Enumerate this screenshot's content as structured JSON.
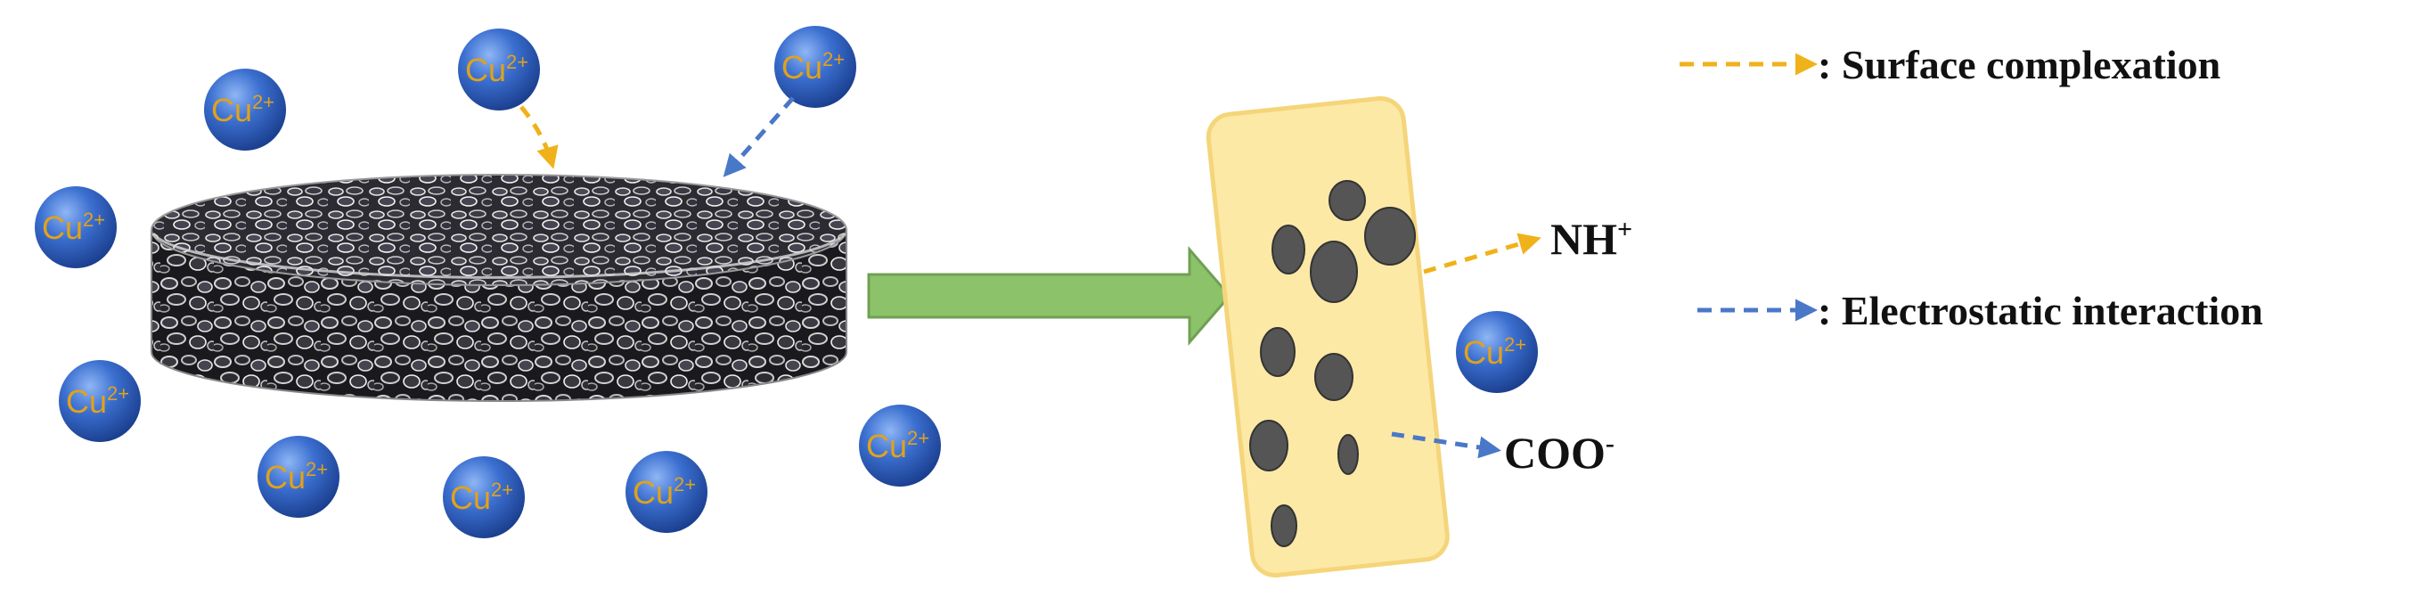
{
  "ion": {
    "label": "Cu",
    "charge": "2+"
  },
  "functional_groups": {
    "amine": {
      "label": "NH",
      "charge": "+"
    },
    "carboxylate": {
      "label": "COO",
      "charge": "-"
    }
  },
  "legend": [
    {
      "label": ": Surface complexation",
      "color": "#f0b21a",
      "style": "dashed-arrow"
    },
    {
      "label": ": Electrostatic interaction",
      "color": "#4a78c8",
      "style": "dashed-arrow"
    }
  ],
  "colors": {
    "ion_fill": "#2f62c4",
    "ion_text": "#e0a21c",
    "surface_complexation": "#f0b21a",
    "electrostatic": "#4a78c8",
    "process_arrow": "#8cc26a",
    "fiber_fill": "#fde9a6",
    "pore_fill": "#555555"
  },
  "icons": {
    "sponge": "porous-sponge-disk-icon",
    "process_arrow": "right-arrow-icon",
    "fiber": "magnified-fiber-icon"
  }
}
